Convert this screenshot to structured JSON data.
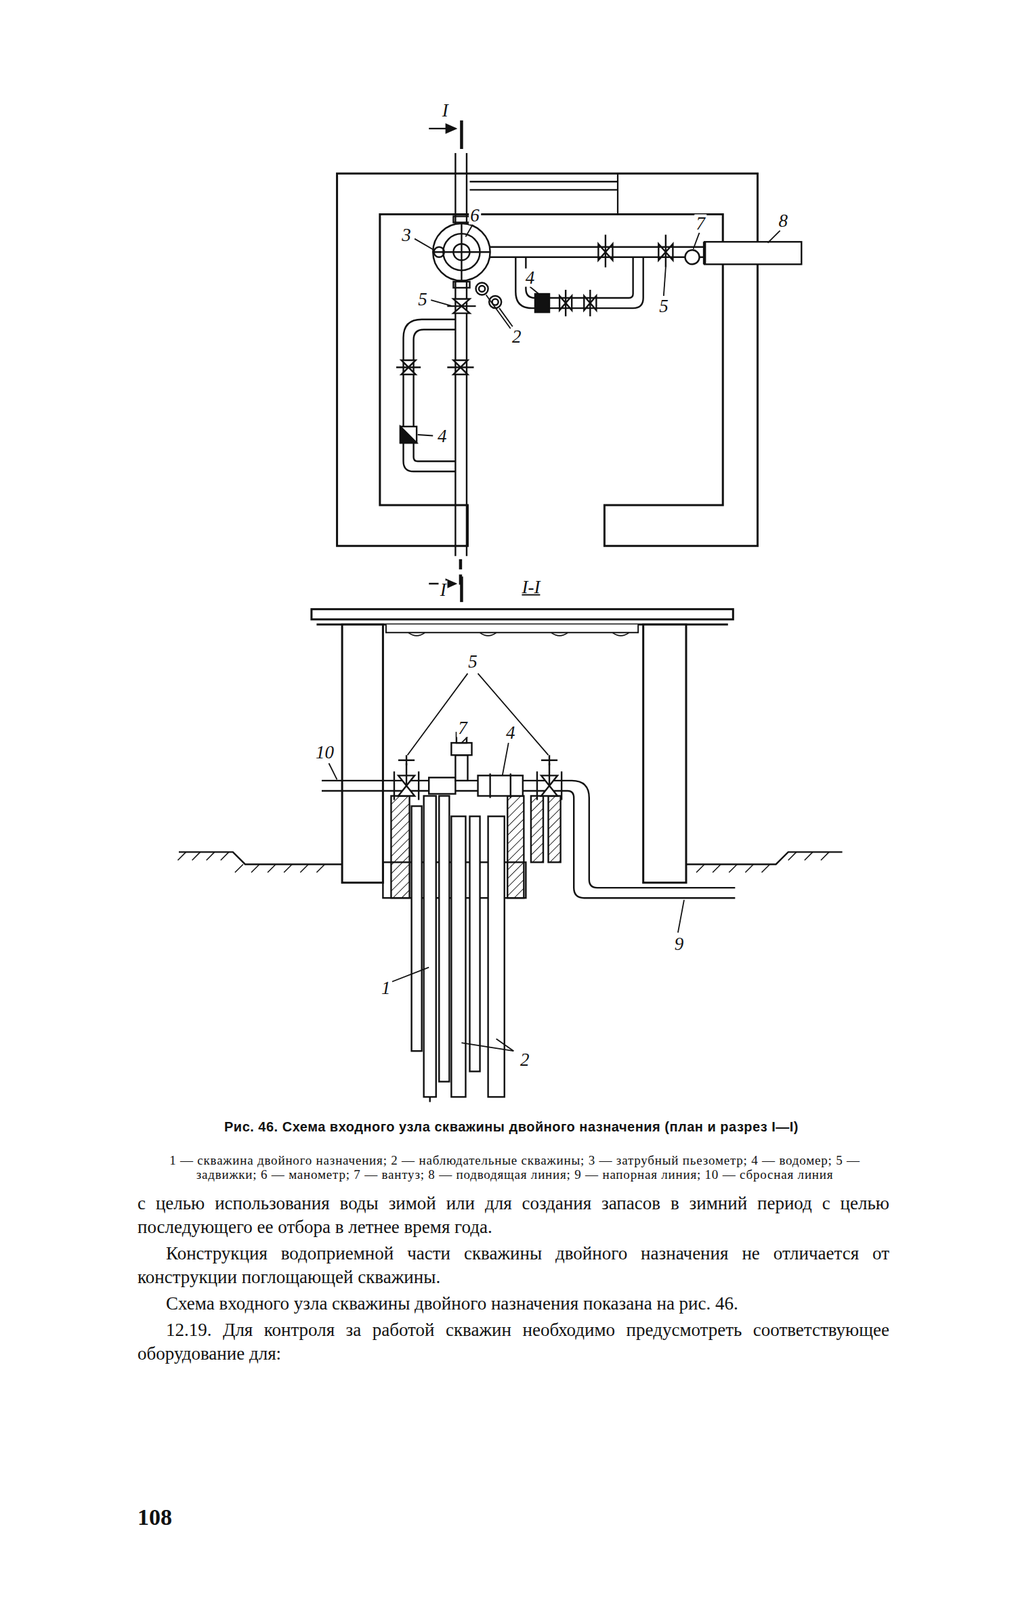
{
  "diagram": {
    "caption": "Рис. 46. Схема входного узла скважины двойного назначения (план и разрез I—I)",
    "labels": [
      "I",
      "I",
      "I-I",
      "6",
      "3",
      "8",
      "7",
      "4",
      "5",
      "5",
      "2",
      "4",
      "5",
      "7",
      "4",
      "10",
      "9",
      "1",
      "2",
      "1 — скважина двойного назначения; 2 — наблюдательные скважины; 3 — затрубный пьезометр; 4 — водомер; 5 — задвижки; 6 — манометр; 7 — вантуз; 8 — подводящая линия; 9 — напорная линия; 10 — сбросная линия",
      "с целью использования воды зимой или для создания запасов в зимний период с целью последующего ее отбора в летнее время года.",
      "Конструкция водоприемной части скважины двойного назначения не отличается от конструкции поглощающей скважины.",
      "Схема входного узла скважины двойного назначения показана на рис. 46.",
      "12.19. Для контроля за работой скважин необходимо предусмотреть соответствующее оборудование для:",
      "108"
    ]
  }
}
